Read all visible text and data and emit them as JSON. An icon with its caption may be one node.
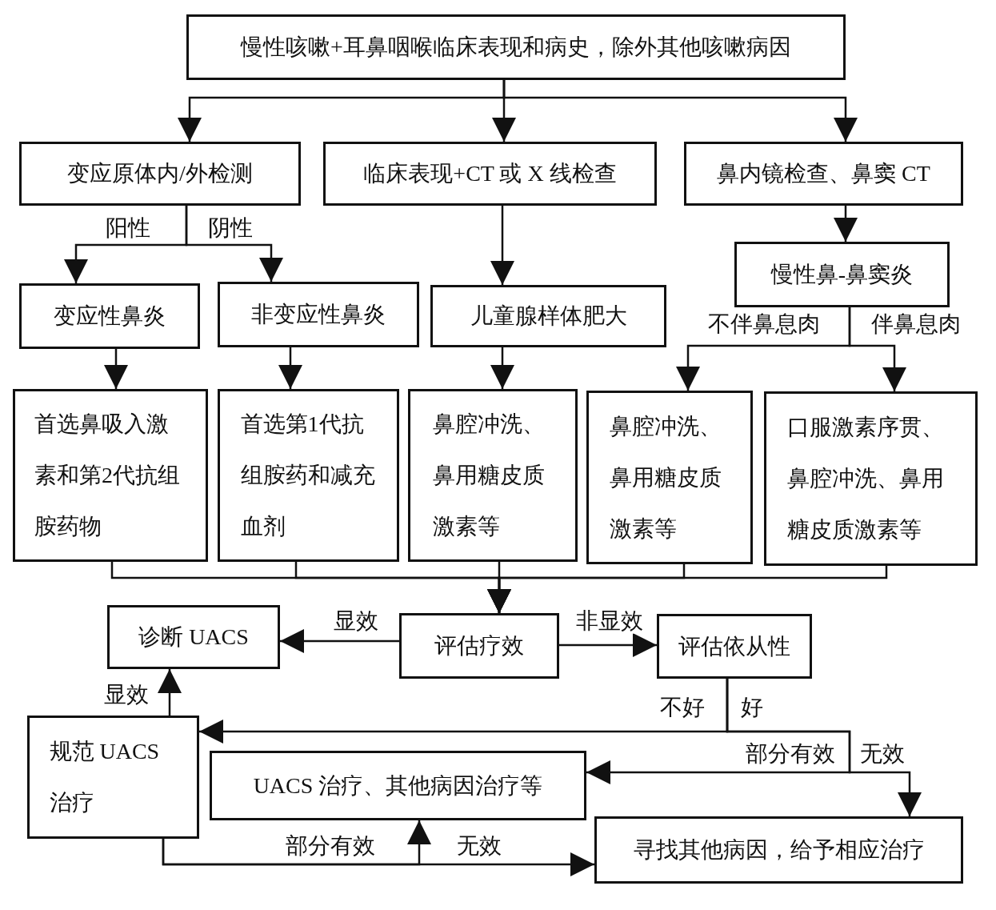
{
  "diagram": {
    "nodes": [
      {
        "text": [
          "慢性咳嗽+耳鼻咽喉临床表现和病史，除外其他咳嗽病因"
        ]
      },
      {
        "text": [
          "变应原体内/外检测"
        ]
      },
      {
        "text": [
          "临床表现+CT 或 X 线检查"
        ]
      },
      {
        "text": [
          "鼻内镜检查、鼻窦 CT"
        ]
      },
      {
        "text": [
          "变应性鼻炎"
        ]
      },
      {
        "text": [
          "非变应性鼻炎"
        ]
      },
      {
        "text": [
          "儿童腺样体肥大"
        ]
      },
      {
        "text": [
          "慢性鼻-鼻窦炎"
        ]
      },
      {
        "text": [
          "首选鼻吸入激素和第2代抗组胺药物"
        ]
      },
      {
        "text": [
          "首选第1代抗组胺药和减充血剂"
        ]
      },
      {
        "text": [
          "鼻腔冲洗、鼻用糖皮质激素等"
        ]
      },
      {
        "text": [
          "鼻腔冲洗、鼻用糖皮质激素等"
        ]
      },
      {
        "text": [
          "口服激素序贯、鼻腔冲洗、鼻用糖皮质激素等"
        ]
      },
      {
        "text": [
          "诊断 UACS"
        ]
      },
      {
        "text": [
          "评估疗效"
        ]
      },
      {
        "text": [
          "评估依从性"
        ]
      },
      {
        "text": [
          "规范 UACS 治疗"
        ]
      },
      {
        "text": [
          "UACS 治疗、其他病因治疗等"
        ]
      },
      {
        "text": [
          "寻找其他病因，给予相应治疗"
        ]
      }
    ],
    "edges": [
      {
        "from": 0,
        "to": 1,
        "arrow": "to"
      },
      {
        "from": 0,
        "to": 2,
        "arrow": "to"
      },
      {
        "from": 0,
        "to": 3,
        "arrow": "to"
      },
      {
        "from": 1,
        "to": 4,
        "arrow": "to",
        "label": "阳性"
      },
      {
        "from": 1,
        "to": 5,
        "arrow": "to",
        "label": "阴性"
      },
      {
        "from": 2,
        "to": 6,
        "arrow": "to"
      },
      {
        "from": 3,
        "to": 7,
        "arrow": "to"
      },
      {
        "from": 7,
        "to": 11,
        "arrow": "to",
        "label": "不伴鼻息肉"
      },
      {
        "from": 7,
        "to": 12,
        "arrow": "to",
        "label": "伴鼻息肉"
      },
      {
        "from": 4,
        "to": 8,
        "arrow": "to"
      },
      {
        "from": 5,
        "to": 9,
        "arrow": "to"
      },
      {
        "from": 6,
        "to": 10,
        "arrow": "to"
      },
      {
        "from": 8,
        "to": 14,
        "arrow": "to"
      },
      {
        "from": 9,
        "to": 14,
        "arrow": "to"
      },
      {
        "from": 10,
        "to": 14,
        "arrow": "to"
      },
      {
        "from": 11,
        "to": 14,
        "arrow": "to"
      },
      {
        "from": 12,
        "to": 14,
        "arrow": "to"
      },
      {
        "from": 14,
        "to": 13,
        "arrow": "to",
        "label": "显效"
      },
      {
        "from": 14,
        "to": 15,
        "arrow": "to",
        "label": "非显效"
      },
      {
        "from": 15,
        "to": 16,
        "arrow": "to",
        "label": "不好"
      },
      {
        "from": 15,
        "to": 17,
        "arrow": "to",
        "label": "部分有效"
      },
      {
        "from": 15,
        "to": 18,
        "arrow": "to",
        "label": "无效"
      },
      {
        "from": 16,
        "to": 13,
        "arrow": "to",
        "label": "显效"
      },
      {
        "from": 16,
        "to": 17,
        "arrow": "to",
        "label": "部分有效"
      },
      {
        "from": 16,
        "to": 18,
        "arrow": "to",
        "label": "无效"
      }
    ],
    "labels": [
      "好"
    ]
  }
}
